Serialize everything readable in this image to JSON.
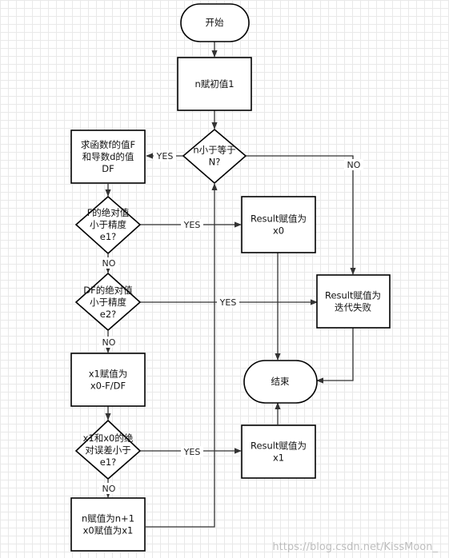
{
  "colors": {
    "stroke": "#000000",
    "fill": "#ffffff",
    "grid": "#e9e9e9",
    "edge": "#333333"
  },
  "nodes": {
    "start": [
      "开始"
    ],
    "n_init": [
      "n赋初值1"
    ],
    "n_check": [
      "n小于等于",
      "N?"
    ],
    "compute_f": [
      "求函数f的值F",
      "和导数d的值",
      "DF"
    ],
    "check_f": [
      "F的绝对值",
      "小于精度",
      "e1?"
    ],
    "result_x0": [
      "Result赋值为",
      "x0"
    ],
    "check_df": [
      "DF的绝对值",
      "小于精度",
      "e2?"
    ],
    "result_fail": [
      "Result赋值为",
      "迭代失败"
    ],
    "x1_assign": [
      "x1赋值为",
      "x0-F/DF"
    ],
    "end": [
      "结束"
    ],
    "check_diff": [
      "x1和x0的绝",
      "对误差小于",
      "e1?"
    ],
    "result_x1": [
      "Result赋值为",
      "x1"
    ],
    "update": [
      "n赋值为n+1",
      "x0赋值为x1"
    ]
  },
  "edge_labels": {
    "yes_n": "YES",
    "no_n": "NO",
    "yes_f": "YES",
    "no_f": "NO",
    "yes_df": "YES",
    "no_df": "NO",
    "yes_diff": "YES",
    "no_diff": "NO"
  },
  "watermark": "https://blog.csdn.net/KissMoon_"
}
